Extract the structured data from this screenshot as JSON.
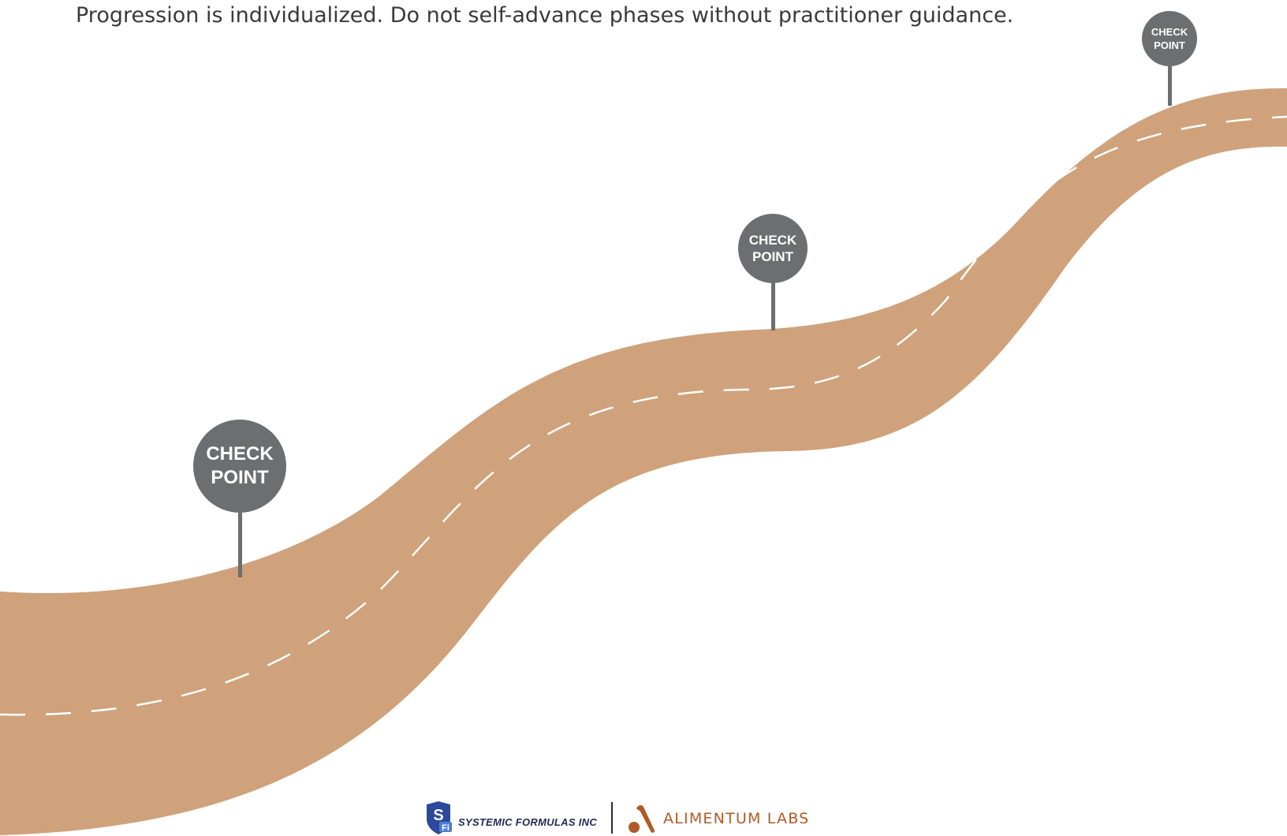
{
  "notice": "Progression is individualized. Do not self-advance phases without practitioner guidance.",
  "checkpoints": [
    {
      "line1": "CHECK",
      "line2": "POINT"
    },
    {
      "line1": "CHECK",
      "line2": "POINT"
    },
    {
      "line1": "CHECK",
      "line2": "POINT"
    }
  ],
  "footer": {
    "sfi_logo_text": "SFi",
    "sfi_name": "SYSTEMIC FORMULAS INC",
    "alimentum_name": "ALIMENTUM LABS"
  },
  "colors": {
    "road": "#cfa27b",
    "road_dashes": "#ffffff",
    "checkpoint": "#6d6e71",
    "alimentum_brand": "#b25a27",
    "sfi_brand": "#2c4a9b"
  },
  "icons": {
    "road": "winding-road-illustration",
    "sfi_logo": "sfi-shield-logo",
    "alimentum_logo": "alimentum-arch-logo"
  }
}
